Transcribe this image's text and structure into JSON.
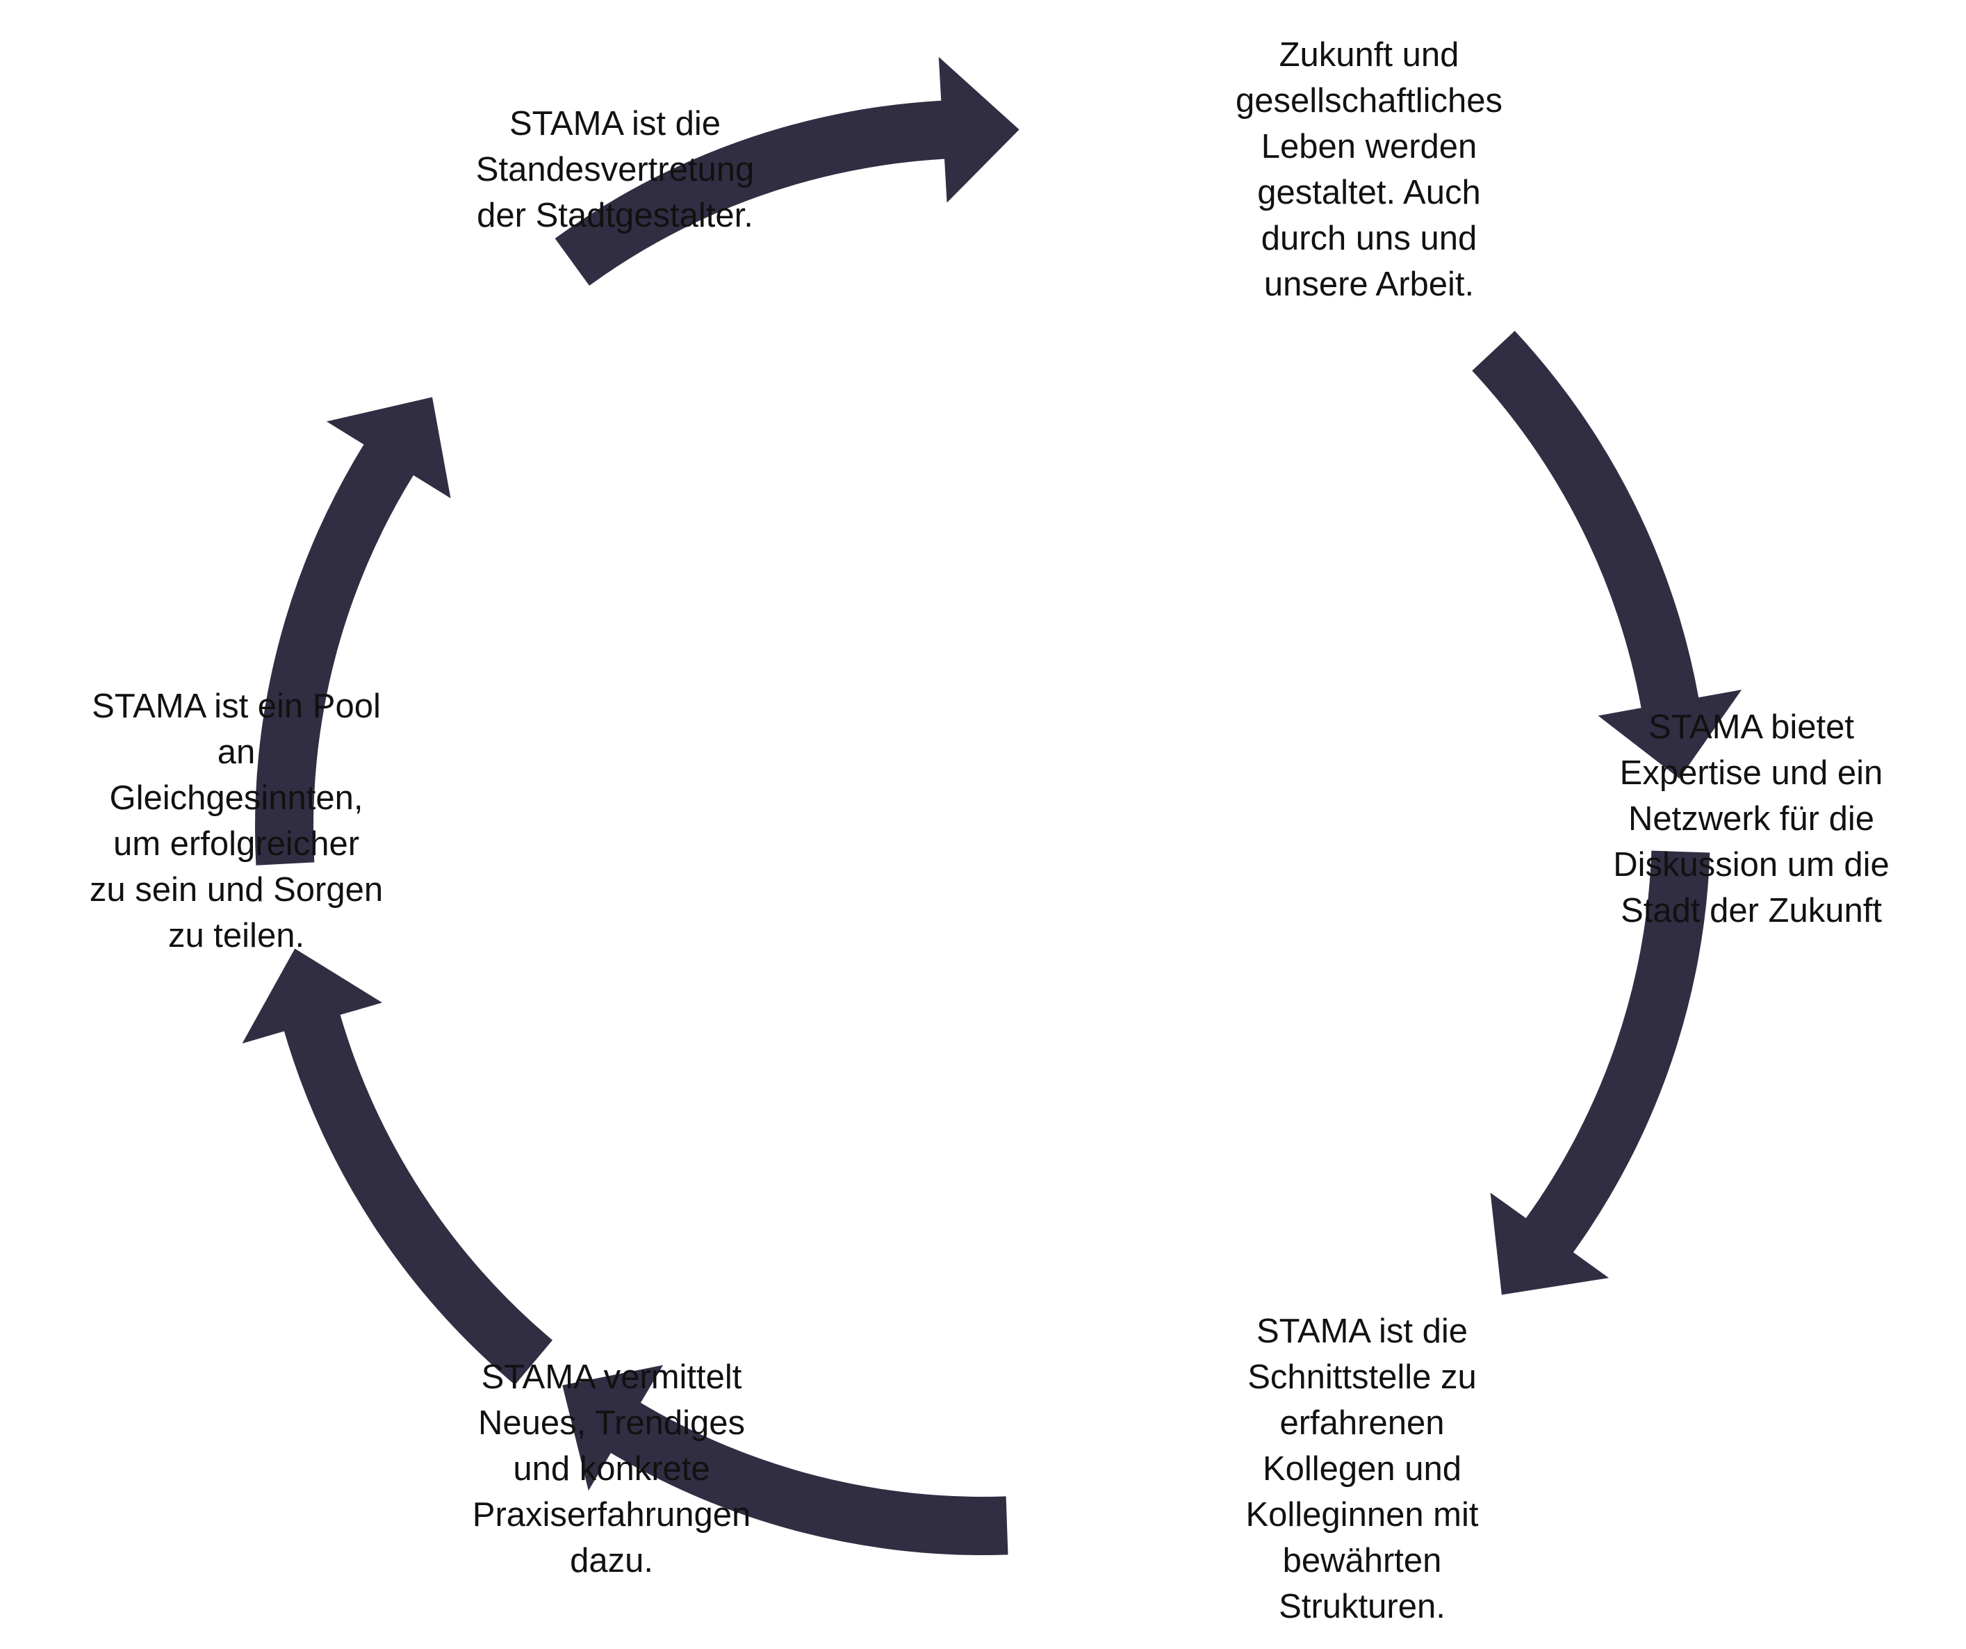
{
  "diagram": {
    "type": "cycle",
    "arrow_color": "#312e43",
    "arrow_highlight_color": "#5a5866",
    "nodes": [
      {
        "text": "STAMA ist die\nStandesvertretung\nder Stadtgestalter."
      },
      {
        "text": "Zukunft und\ngesellschaftliches\nLeben werden\ngestaltet. Auch\ndurch uns und\nunsere Arbeit."
      },
      {
        "text": "STAMA bietet\nExpertise und ein\nNetzwerk für die\nDiskussion um die\nStadt der Zukunft"
      },
      {
        "text": "STAMA ist die\nSchnittstelle zu\nerfahrenen\nKollegen und\nKolleginnen mit\nbewährten\nStrukturen."
      },
      {
        "text": "STAMA vermittelt\nNeues, Trendiges\nund konkrete\nPraxiserfahrungen\ndazu."
      },
      {
        "text": "STAMA ist ein Pool\nan\nGleichgesinnten,\num erfolgreicher\nzu sein und Sorgen\nzu teilen."
      }
    ]
  }
}
